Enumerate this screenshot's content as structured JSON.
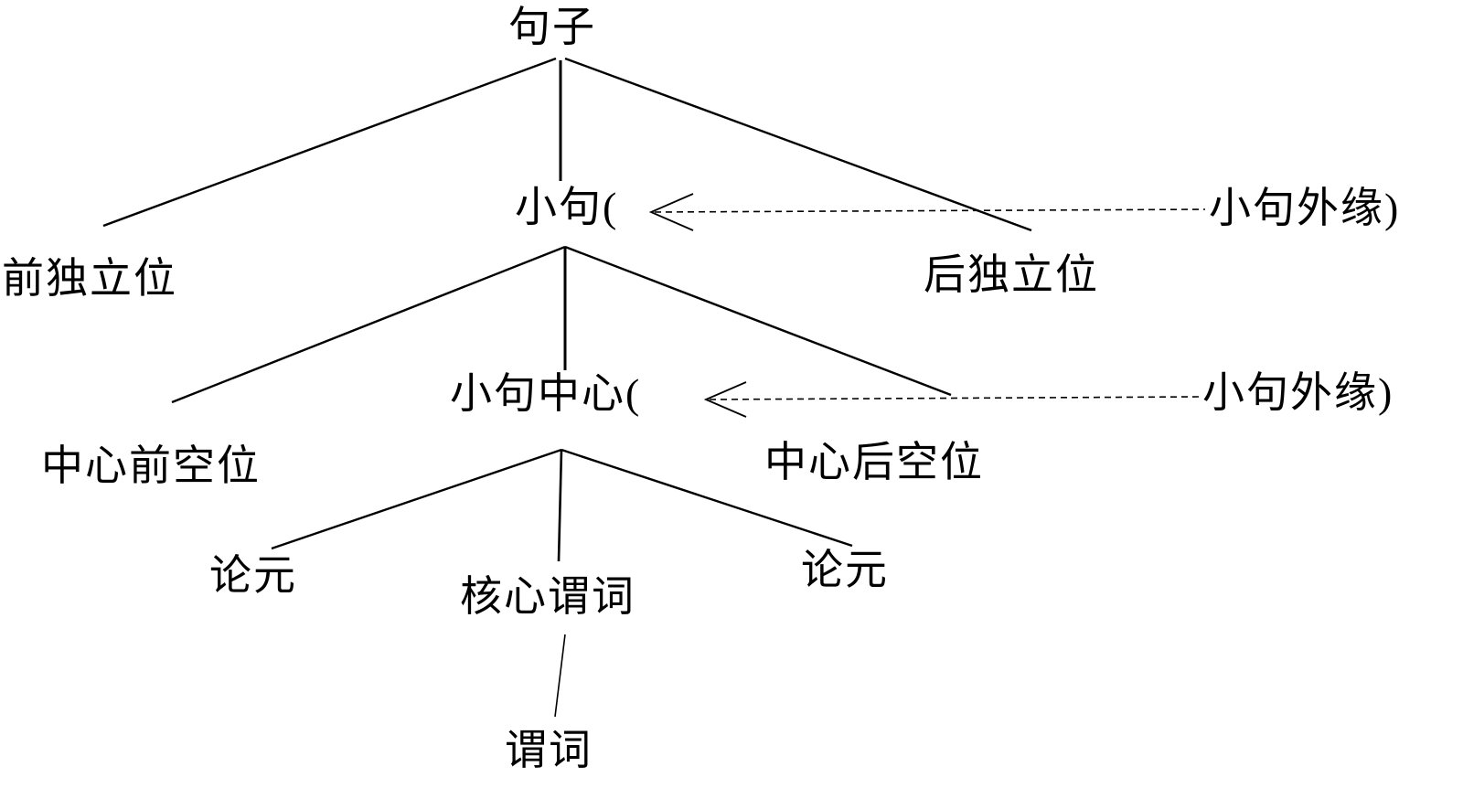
{
  "diagram": {
    "type": "syntax-tree",
    "background": "#ffffff",
    "line_color": "#000000",
    "text_color": "#000000",
    "nodes": {
      "sentence": "句子",
      "front_independent": "前独立位",
      "clause": "小句(",
      "clause_periphery_top": "小句外缘)",
      "rear_independent": "后独立位",
      "pre_center_slot": "中心前空位",
      "clause_center": "小句中心(",
      "clause_periphery_mid": "小句外缘)",
      "post_center_slot": "中心后空位",
      "argument_left": "论元",
      "core_predicate": "核心谓词",
      "argument_right": "论元",
      "predicate": "谓词"
    },
    "edges": [
      {
        "from": "sentence",
        "to": "front_independent",
        "style": "solid"
      },
      {
        "from": "sentence",
        "to": "clause",
        "style": "solid"
      },
      {
        "from": "sentence",
        "to": "rear_independent",
        "style": "solid"
      },
      {
        "from": "clause_periphery_top",
        "to": "clause",
        "style": "dashed-arrow"
      },
      {
        "from": "clause",
        "to": "pre_center_slot",
        "style": "solid"
      },
      {
        "from": "clause",
        "to": "clause_center",
        "style": "solid"
      },
      {
        "from": "clause",
        "to": "post_center_slot",
        "style": "solid"
      },
      {
        "from": "clause_periphery_mid",
        "to": "clause_center",
        "style": "dashed-arrow"
      },
      {
        "from": "clause_center",
        "to": "argument_left",
        "style": "solid"
      },
      {
        "from": "clause_center",
        "to": "core_predicate",
        "style": "solid"
      },
      {
        "from": "clause_center",
        "to": "argument_right",
        "style": "solid"
      },
      {
        "from": "core_predicate",
        "to": "predicate",
        "style": "solid"
      }
    ]
  }
}
